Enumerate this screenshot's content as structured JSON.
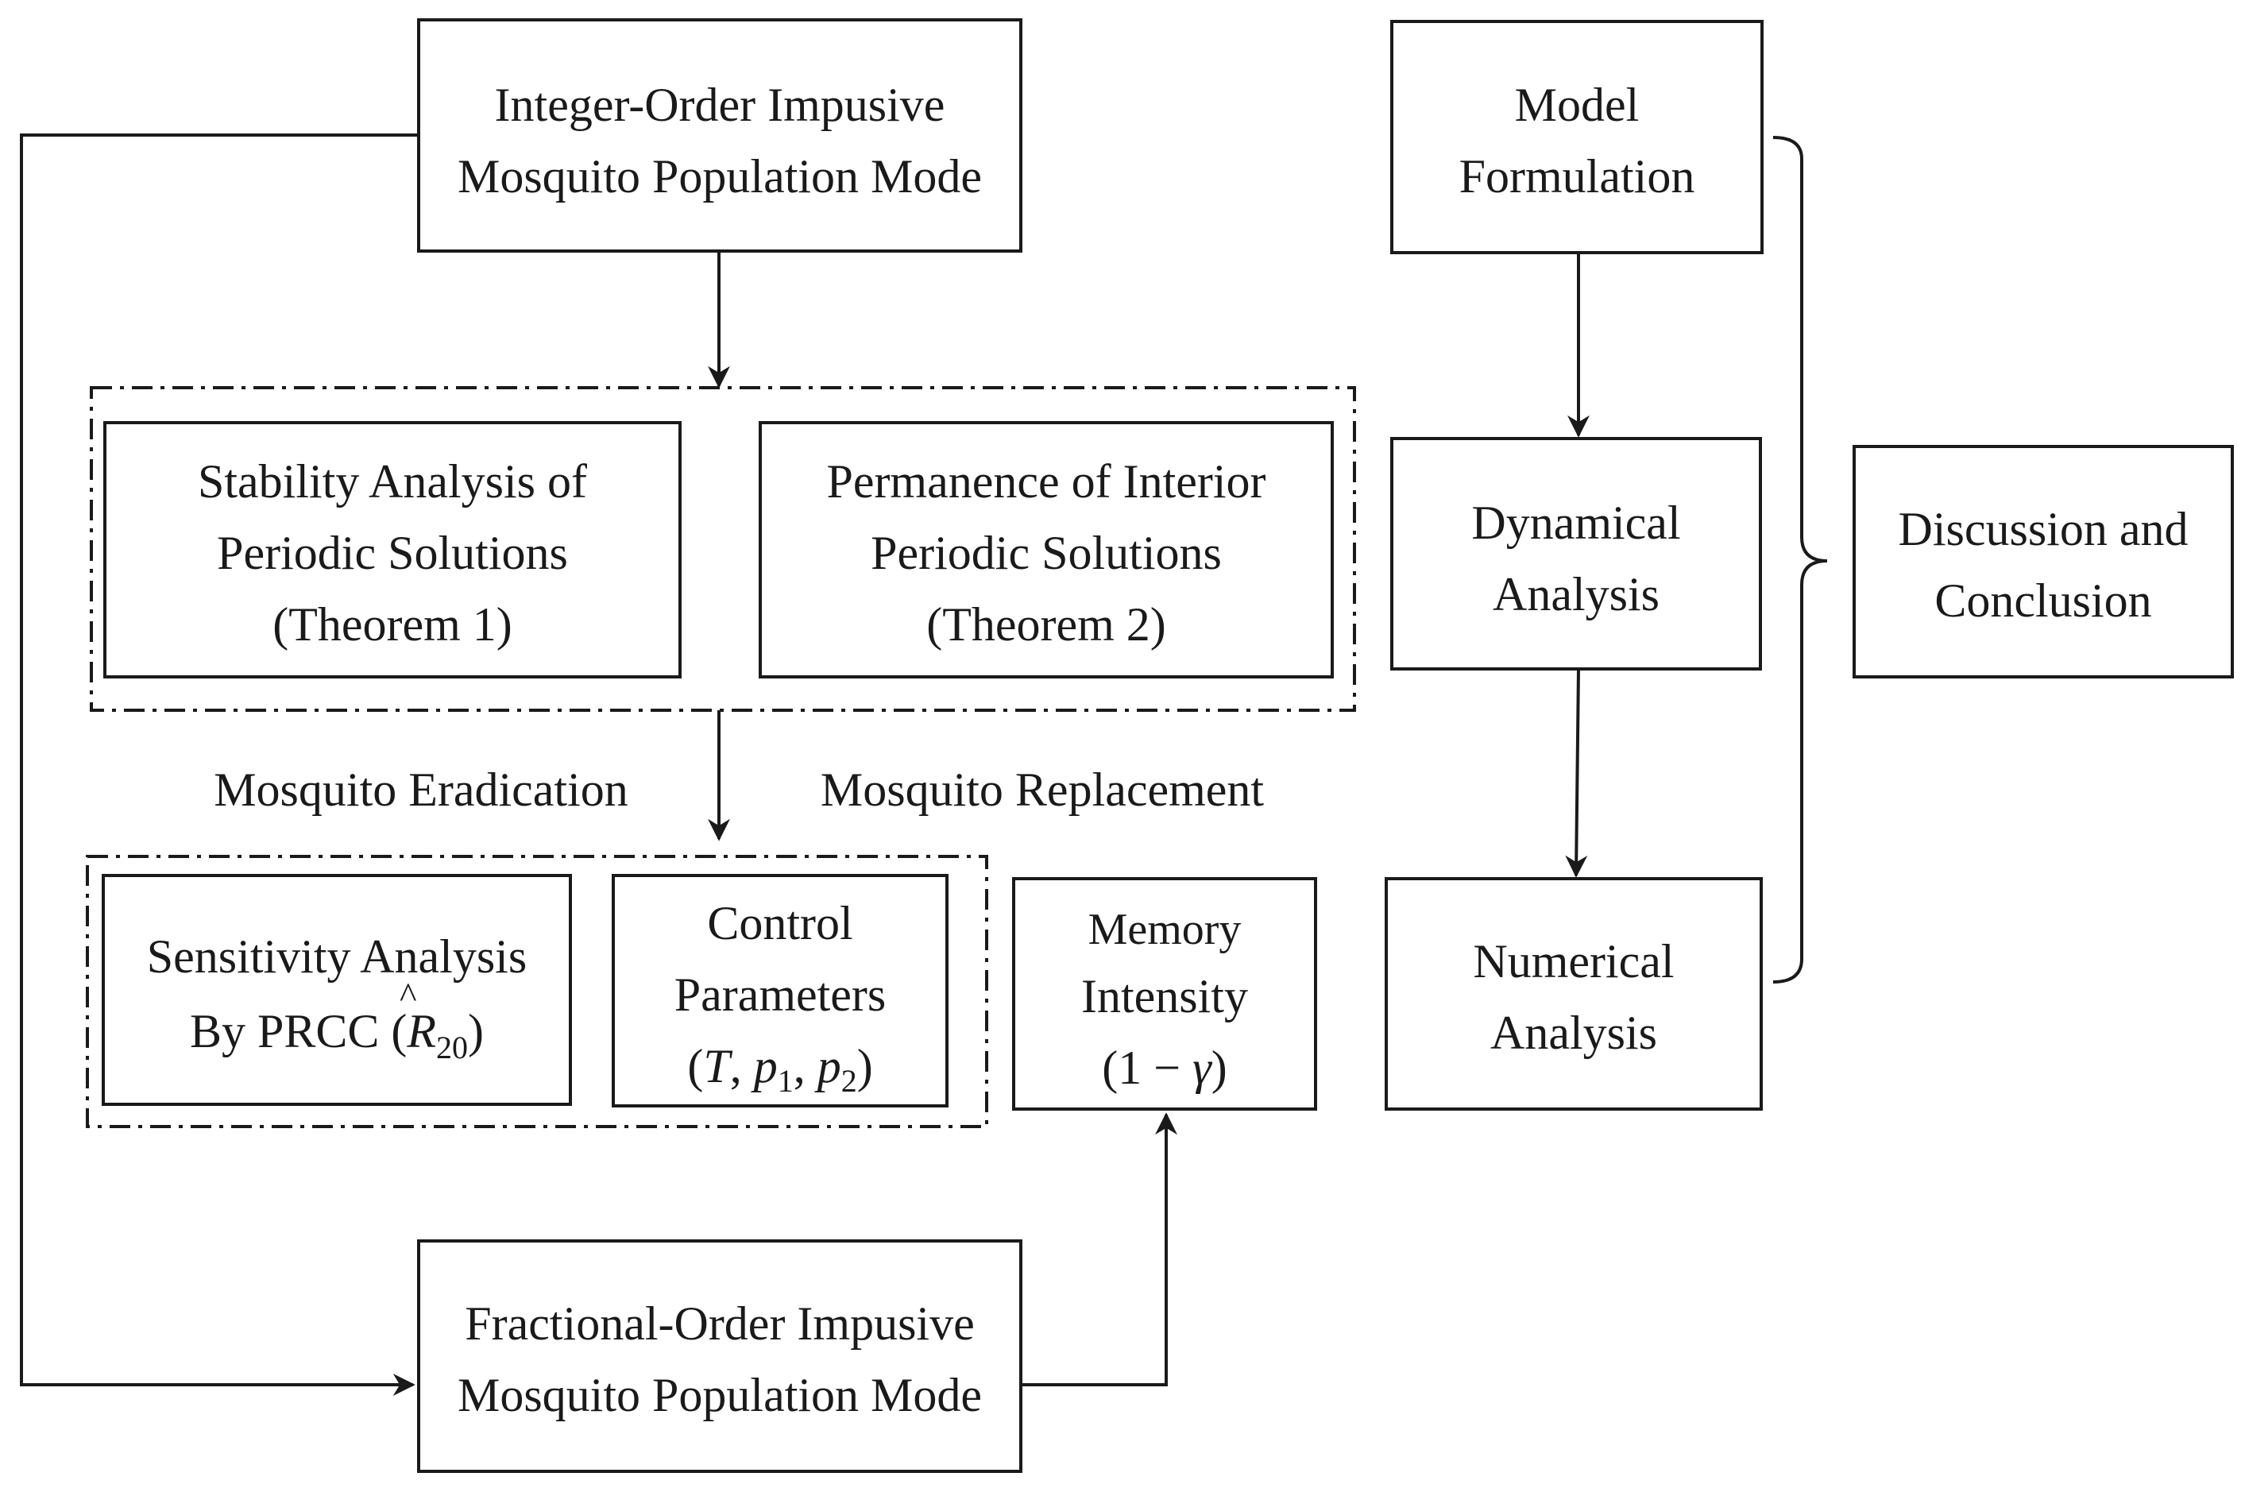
{
  "nodes": {
    "integer_model": {
      "line1": "Integer-Order Impusive",
      "line2": "Mosquito Population Mode"
    },
    "stability": {
      "line1": "Stability Analysis of",
      "line2": "Periodic Solutions",
      "line3": "(Theorem 1)"
    },
    "permanence": {
      "line1": "Permanence of Interior",
      "line2": "Periodic Solutions",
      "line3": "(Theorem 2)"
    },
    "sensitivity": {
      "line1": "Sensitivity Analysis",
      "line2_prefix": "By PRCC (",
      "line2_symbol": "R",
      "line2_hat": "^",
      "line2_sub": "20",
      "line2_suffix": ")"
    },
    "control": {
      "line1": "Control",
      "line2": "Parameters",
      "line3_open": "(",
      "var_T": "T",
      "comma1": ", ",
      "var_p": "p",
      "sub1": "1",
      "comma2": ", ",
      "var_p2": "p",
      "sub2": "2",
      "line3_close": ")"
    },
    "memory": {
      "line1": "Memory",
      "line2": "Intensity",
      "line3_prefix": "(1 − ",
      "line3_symbol": "γ",
      "line3_suffix": ")"
    },
    "fractional_model": {
      "line1": "Fractional-Order Impusive",
      "line2": "Mosquito Population Mode"
    },
    "model_formulation": {
      "line1": "Model",
      "line2": "Formulation"
    },
    "dynamical": {
      "line1": "Dynamical",
      "line2": "Analysis"
    },
    "numerical": {
      "line1": "Numerical",
      "line2": "Analysis"
    },
    "discussion": {
      "line1": "Discussion and",
      "line2": "Conclusion"
    }
  },
  "labels": {
    "eradication": "Mosquito Eradication",
    "replacement": "Mosquito Replacement"
  },
  "edges": [
    {
      "from": "Integer-Order Impusive Mosquito Population Mode",
      "to": "Stability / Permanence group"
    },
    {
      "from": "Stability / Permanence group",
      "to": "Sensitivity / Control group"
    },
    {
      "from": "Integer-Order Impusive Mosquito Population Mode",
      "to": "Fractional-Order Impusive Mosquito Population Mode"
    },
    {
      "from": "Fractional-Order Impusive Mosquito Population Mode",
      "to": "Memory Intensity"
    },
    {
      "from": "Model Formulation",
      "to": "Dynamical Analysis"
    },
    {
      "from": "Dynamical Analysis",
      "to": "Numerical Analysis"
    },
    {
      "from": "Model Formulation / Dynamical Analysis / Numerical Analysis",
      "to": "Discussion and Conclusion"
    }
  ],
  "colors": {
    "ink": "#1a1a1a",
    "background": "#ffffff"
  }
}
